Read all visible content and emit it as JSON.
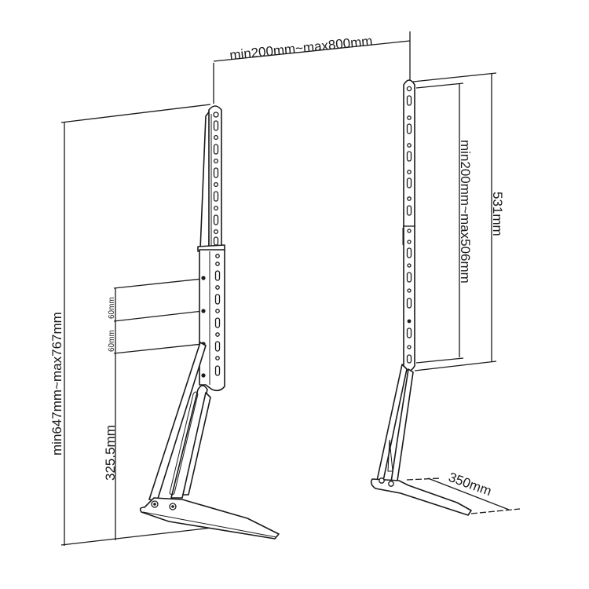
{
  "diagram": {
    "subject": "tabletop TV stand",
    "colors": {
      "line": "#1a1a1a",
      "background": "#ffffff"
    },
    "dimensions": {
      "bracket_spacing": "min200mm~max800mm",
      "overall_height": "min647mm~max767mm",
      "hole_pitch_upper": "60mm",
      "hole_pitch_lower": "60mm",
      "lowest_mount_height": "325.5mm",
      "bracket_length": "531mm",
      "vertical_adjust_range": "min200mm~max506mm",
      "base_depth": "350mm"
    }
  }
}
